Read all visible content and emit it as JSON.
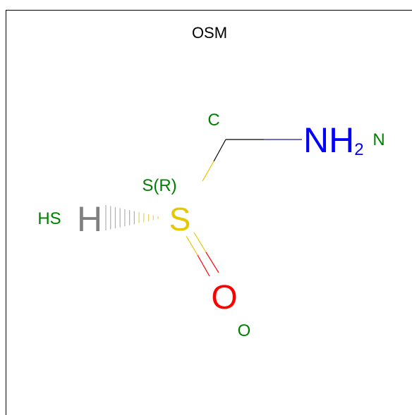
{
  "title": "OSM",
  "colors": {
    "carbon": "#000000",
    "nitrogen": "#0000ff",
    "sulfur": "#e6c800",
    "oxygen": "#ff0000",
    "hydrogen": "#808080",
    "annotation": "#008000"
  },
  "atoms": {
    "nitrogen": {
      "symbol": "NH",
      "subscript": "2",
      "label": "N"
    },
    "sulfur": {
      "symbol": "S",
      "label": "S(R)"
    },
    "oxygen": {
      "symbol": "O",
      "label": "O"
    },
    "hydrogen": {
      "symbol": "H",
      "label": "HS"
    },
    "carbon": {
      "label": "C"
    }
  }
}
